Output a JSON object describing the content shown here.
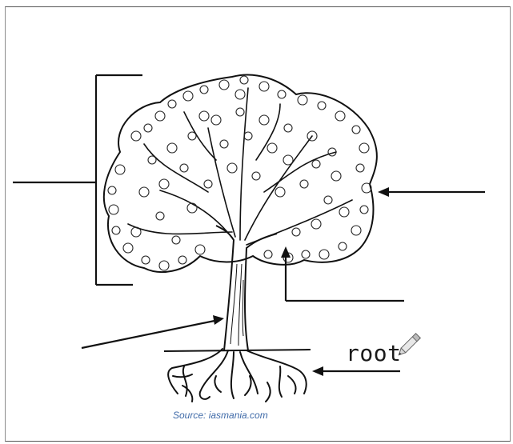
{
  "labels": {
    "root": "root",
    "source": "Source: iasmania.com"
  },
  "icons": {
    "pencil": "pencil-icon",
    "tree": "tree-illustration"
  },
  "colors": {
    "source_text": "#3f6aa8",
    "line": "#111111"
  }
}
